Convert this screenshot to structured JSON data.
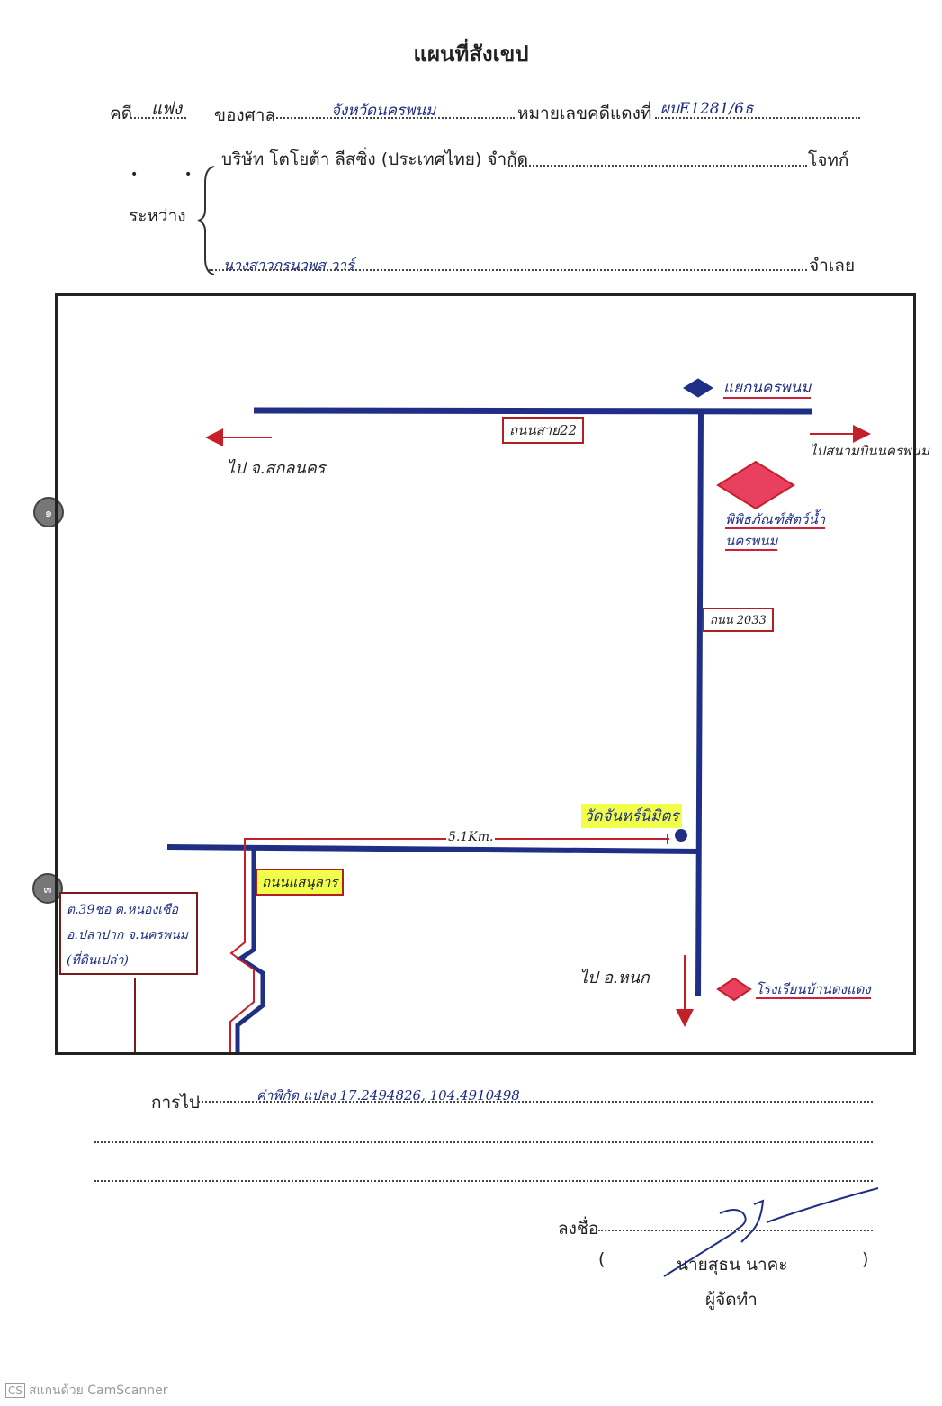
{
  "title": "แผนที่สังเขป",
  "header": {
    "case_label": "คดี",
    "case_type": "แพ่ง",
    "court_label": "ของศาล",
    "court_name": "จังหวัดนครพนม",
    "case_no_label": "หมายเลขคดีแดงที่",
    "case_no": "ผบE1281/6ธ"
  },
  "parties": {
    "between_label": "ระหว่าง",
    "plaintiff": "บริษัท โตโยต้า ลีสซิ่ง (ประเทศไทย) จำกัด",
    "plaintiff_role": "โจทก์",
    "defendant": "นางสาวกรนวพส วาร์",
    "defendant_role": "จำเลย"
  },
  "margin_marks": [
    "๑",
    "๓"
  ],
  "map": {
    "top_junction": "แยกนครพนม",
    "road_top": "ถนนสาย22",
    "to_left": "ไป จ.สกลนคร",
    "to_right": "ไปสนามบินนครพนม",
    "museum": "พิพิธภัณฑ์สัตว์น้ำ",
    "museum_line2": "นครพนม",
    "road_right": "ถนน 2033",
    "temple": "วัดจันทร์นิมิตร",
    "distance": "5.1Km.",
    "road_small": "ถนนแสนุลาร",
    "address_line1": "ต.39ชอ ต.หนองเซือ",
    "address_line2": "อ.ปลาปาก จ.นครพนม",
    "address_line3": "(ที่ดินเปล่า)",
    "to_bottom": "ไป อ.หนก",
    "school": "โรงเรียนบ้านดงแดง",
    "colors": {
      "road": "#1f2f86",
      "red": "#c51f2a",
      "diamond": "#e94060",
      "highlight": "#f1ff4a"
    }
  },
  "route": {
    "label": "การไป",
    "coords": "ค่าพิกัด แปลง 17.2494826, 104.4910498"
  },
  "signature": {
    "label": "ลงชื่อ",
    "open_paren": "(",
    "name": "นายสุธน นาคะ",
    "close_paren": ")",
    "role": "ผู้จัดทำ"
  },
  "watermark": {
    "logo": "CS",
    "text": "สแกนด้วย CamScanner"
  }
}
